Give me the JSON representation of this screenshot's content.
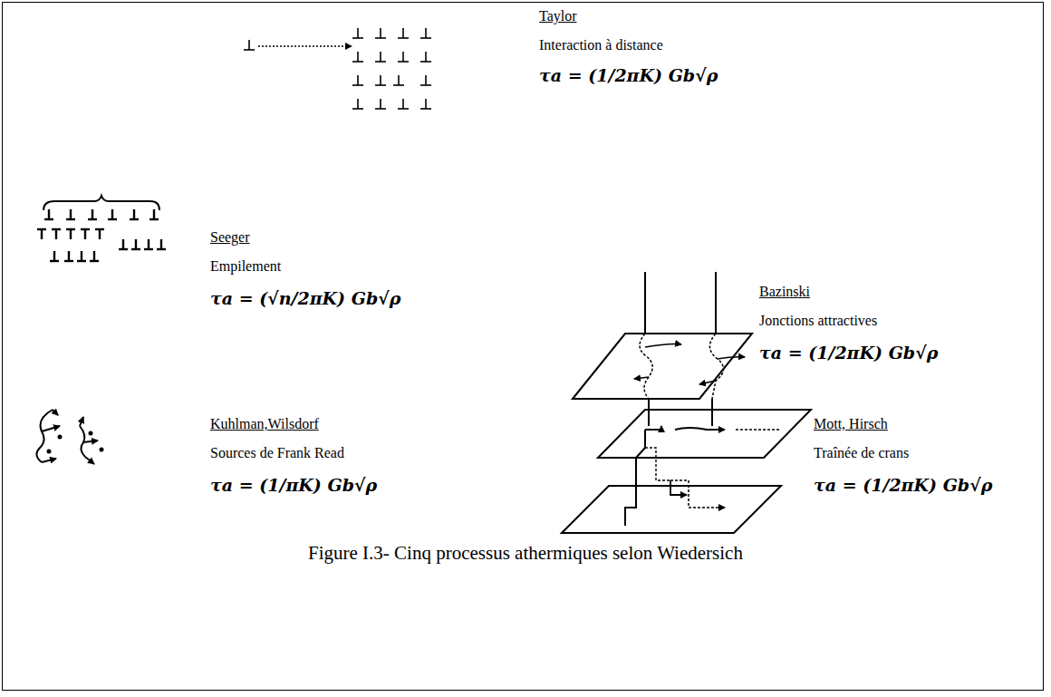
{
  "diagram": {
    "caption": "Figure I.3- Cinq processus athermiques selon Wiedersich",
    "labels": [
      "Taylor",
      "Interaction à distance",
      "τa = (1/2πK) Gb√ρ",
      "Seeger",
      "Empilement",
      "τa = (√n/2πK) Gb√ρ",
      "Bazinski",
      "Jonctions attractives",
      "τa = (1/2πK) Gb√ρ",
      "Kuhlman,Wilsdorf",
      "Sources de Frank Read",
      "τa = (1/πK) Gb√ρ",
      "Mott, Hirsch",
      "Traînée de crans",
      "τa = (1/2πK) Gb√ρ"
    ]
  }
}
